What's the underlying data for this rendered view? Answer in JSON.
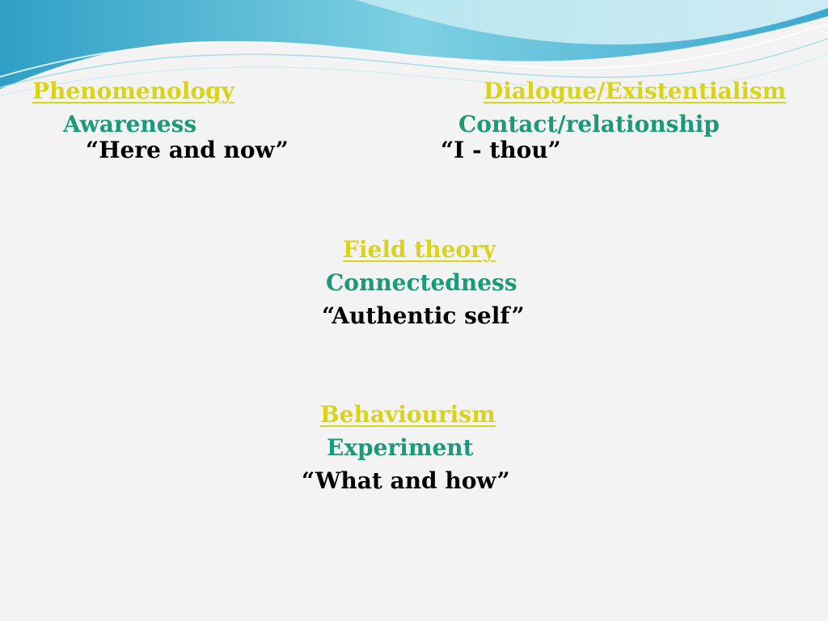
{
  "slide": {
    "colors": {
      "background": "#f3f3f3",
      "heading": "#d9d31c",
      "concept": "#1a9a78",
      "quote": "#000000",
      "wave_light": "#cfeef2",
      "wave_mid": "#7ed0e0",
      "wave_dark": "#2fa3c9"
    },
    "phenomenology": {
      "heading": "Phenomenology",
      "concept": "Awareness",
      "quote": "“Here and now”"
    },
    "dialogue": {
      "heading": "Dialogue/Existentialism",
      "concept": "Contact/relationship",
      "quote": "“I - thou”"
    },
    "field_theory": {
      "heading": "Field theory",
      "concept": "Connectedness",
      "quote": "“Authentic self”"
    },
    "behaviourism": {
      "heading": "Behaviourism",
      "concept": "Experiment",
      "quote": "“What and how”"
    }
  }
}
